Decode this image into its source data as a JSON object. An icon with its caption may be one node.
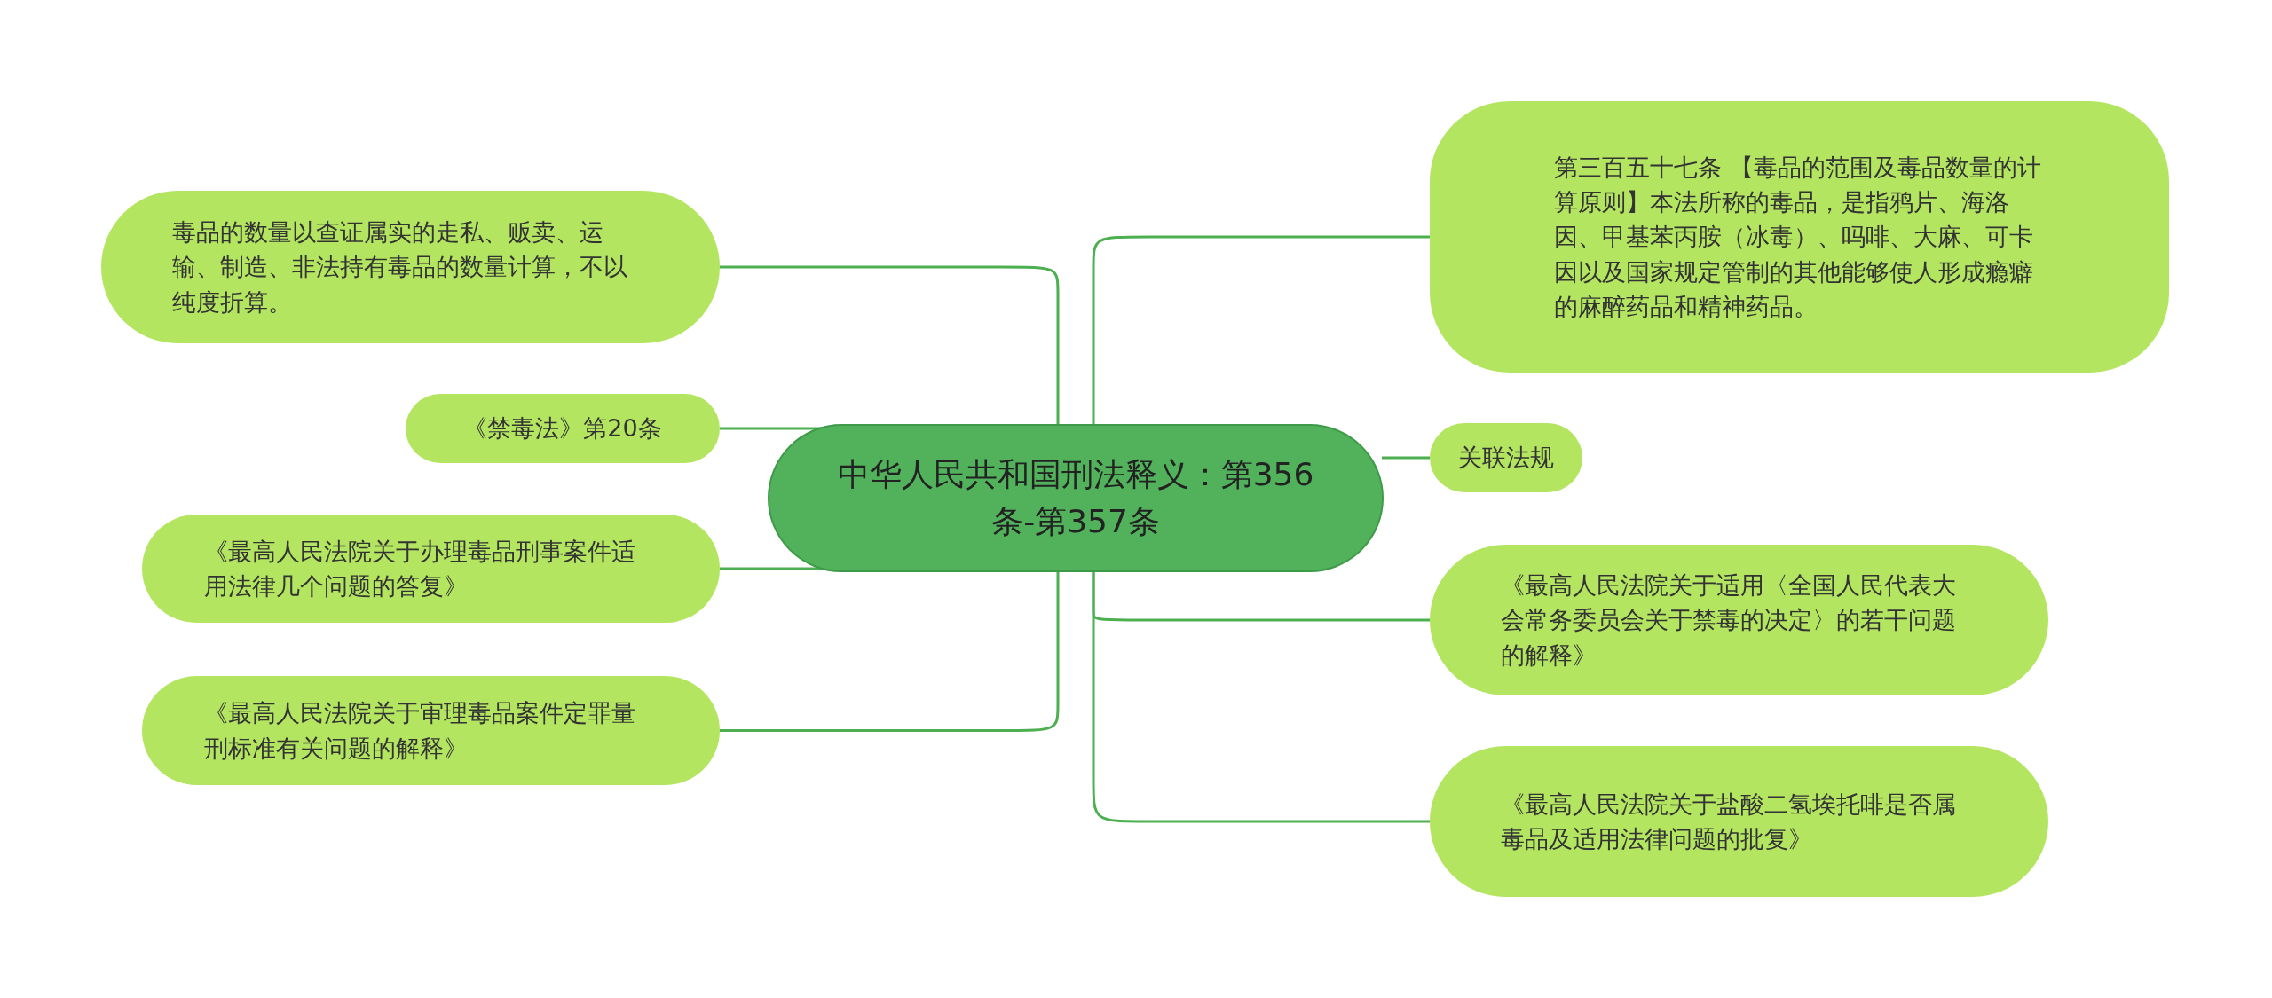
{
  "diagram": {
    "nodes": [
      {
        "text": [
          "中华人民共和国刑法释义：第356条-第357条"
        ]
      },
      {
        "text": [
          "毒品的数量以查证属实的走私、贩卖、运输、制造、非法持有毒品的数量计算，不以纯度折算。"
        ]
      },
      {
        "text": [
          "《禁毒法》第20条"
        ]
      },
      {
        "text": [
          "《最高人民法院关于办理毒品刑事案件适用法律几个问题的答复》"
        ]
      },
      {
        "text": [
          "《最高人民法院关于审理毒品案件定罪量刑标准有关问题的解释》"
        ]
      },
      {
        "text": [
          "第三百五十七条 【毒品的范围及毒品数量的计算原则】本法所称的毒品，是指鸦片、海洛因、甲基苯丙胺（冰毒）、吗啡、大麻、可卡因以及国家规定管制的其他能够使人形成瘾癖的麻醉药品和精神药品。"
        ]
      },
      {
        "text": [
          "关联法规"
        ]
      },
      {
        "text": [
          "《最高人民法院关于适用〈全国人民代表大会常务委员会关于禁毒的决定〉的若干问题的解释》"
        ]
      },
      {
        "text": [
          "《最高人民法院关于盐酸二氢埃托啡是否属毒品及适用法律问题的批复》"
        ]
      }
    ],
    "edges": [
      {
        "from": 0,
        "to": 1,
        "arrow": "none"
      },
      {
        "from": 0,
        "to": 2,
        "arrow": "none"
      },
      {
        "from": 0,
        "to": 3,
        "arrow": "none"
      },
      {
        "from": 0,
        "to": 4,
        "arrow": "none"
      },
      {
        "from": 0,
        "to": 5,
        "arrow": "none"
      },
      {
        "from": 0,
        "to": 6,
        "arrow": "none"
      },
      {
        "from": 0,
        "to": 7,
        "arrow": "none"
      },
      {
        "from": 0,
        "to": 8,
        "arrow": "none"
      }
    ]
  }
}
